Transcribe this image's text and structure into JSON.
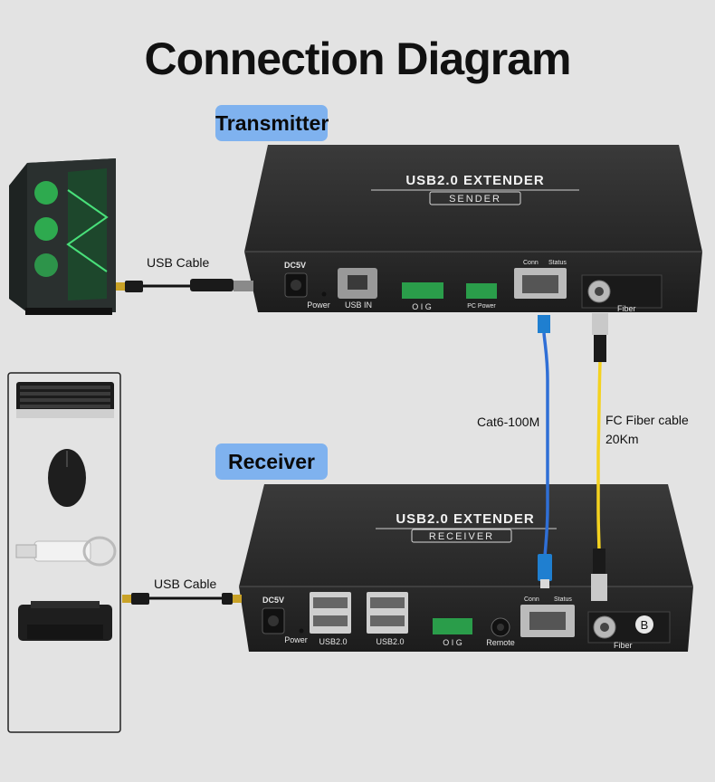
{
  "title": "Connection Diagram",
  "transmitter": {
    "tag": "Transmitter",
    "brand": "USB2.0  EXTENDER",
    "model": "SENDER",
    "ports": {
      "dc": "DC5V",
      "power": "Power",
      "usb_in": "USB IN",
      "oig": "O  I  G",
      "pc_power": "PC Power",
      "conn": "Conn",
      "status": "Status",
      "fiber": "Fiber"
    }
  },
  "receiver": {
    "tag": "Receiver",
    "brand": "USB2.0  EXTENDER",
    "model": "RECEIVER",
    "ports": {
      "dc": "DC5V",
      "power": "Power",
      "usb1": "USB2.0",
      "usb2": "USB2.0",
      "oig": "O  I  G",
      "remote": "Remote",
      "conn": "Conn",
      "status": "Status",
      "fiber": "Fiber",
      "badge": "B"
    }
  },
  "cables": {
    "usb_top": "USB Cable",
    "usb_bottom": "USB Cable",
    "cat6": "Cat6-100M",
    "fiber_line1": "FC Fiber cable",
    "fiber_line2": "20Km"
  },
  "colors": {
    "tag_bg": "#7fb2ef",
    "cat6": "#2f6fd6",
    "fiber": "#f4d21f",
    "device": "#2b2b2b"
  }
}
